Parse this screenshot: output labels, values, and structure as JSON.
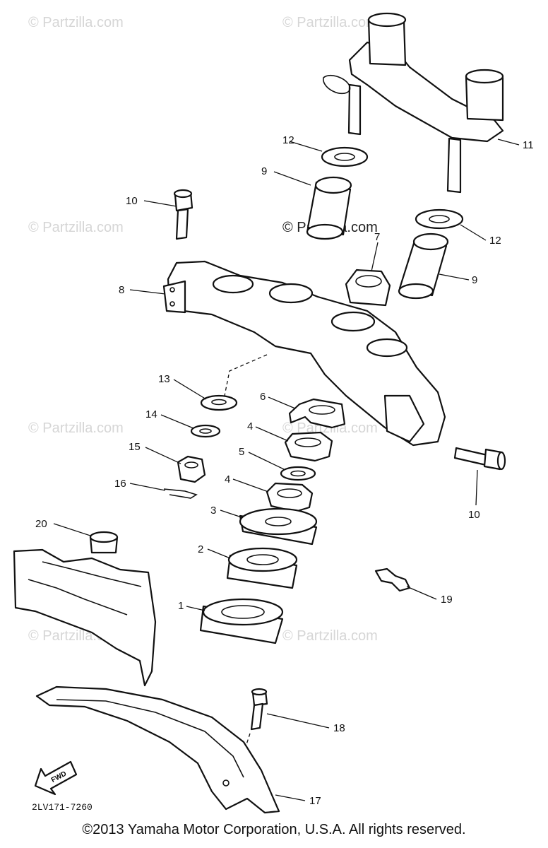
{
  "watermark": "© Partzilla.com",
  "diagram_code": "2LV171-7260",
  "fwd_label": "FWD",
  "copyright": "©2013 Yamaha Motor Corporation, U.S.A. All rights reserved.",
  "callouts": {
    "c1": "1",
    "c2": "2",
    "c3": "3",
    "c4a": "4",
    "c4b": "4",
    "c5": "5",
    "c6": "6",
    "c7": "7",
    "c8": "8",
    "c9a": "9",
    "c9b": "9",
    "c10a": "10",
    "c10b": "10",
    "c11": "11",
    "c12a": "12",
    "c12b": "12",
    "c13": "13",
    "c14": "14",
    "c15": "15",
    "c16": "16",
    "c17": "17",
    "c18": "18",
    "c19": "19",
    "c20": "20"
  }
}
